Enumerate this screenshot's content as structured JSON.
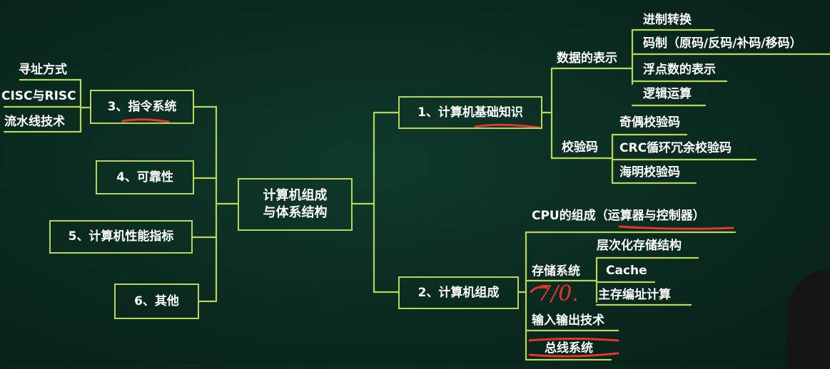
{
  "colors": {
    "background": "#0a2a1f",
    "connector": "#b9d65a",
    "text": "#ffffff",
    "annotation": "#e5352e"
  },
  "center": {
    "label": "计算机组成\n与体系结构"
  },
  "left_branches": [
    {
      "id": "3",
      "label": "3、指令系统",
      "children": [
        "寻址方式",
        "CISC与RISC",
        "流水线技术"
      ]
    },
    {
      "id": "4",
      "label": "4、可靠性"
    },
    {
      "id": "5",
      "label": "5、计算机性能指标"
    },
    {
      "id": "6",
      "label": "6、其他"
    }
  ],
  "right_branches": [
    {
      "id": "1",
      "label": "1、计算机基础知识",
      "groups": [
        {
          "label": "数据的表示",
          "children": [
            "进制转换",
            "码制（原码/反码/补码/移码）",
            "浮点数的表示",
            "逻辑运算"
          ]
        },
        {
          "label": "校验码",
          "children": [
            "奇偶校验码",
            "CRC循环冗余校验码",
            "海明校验码"
          ]
        }
      ]
    },
    {
      "id": "2",
      "label": "2、计算机组成",
      "items": [
        {
          "label": "CPU的组成（运算器与控制器）"
        },
        {
          "label": "存储系统",
          "children": [
            "层次化存储结构",
            "Cache",
            "主存编址计算"
          ]
        },
        {
          "label": "输入输出技术"
        },
        {
          "label": "总线系统"
        }
      ]
    }
  ],
  "annotation_text": "7/0."
}
